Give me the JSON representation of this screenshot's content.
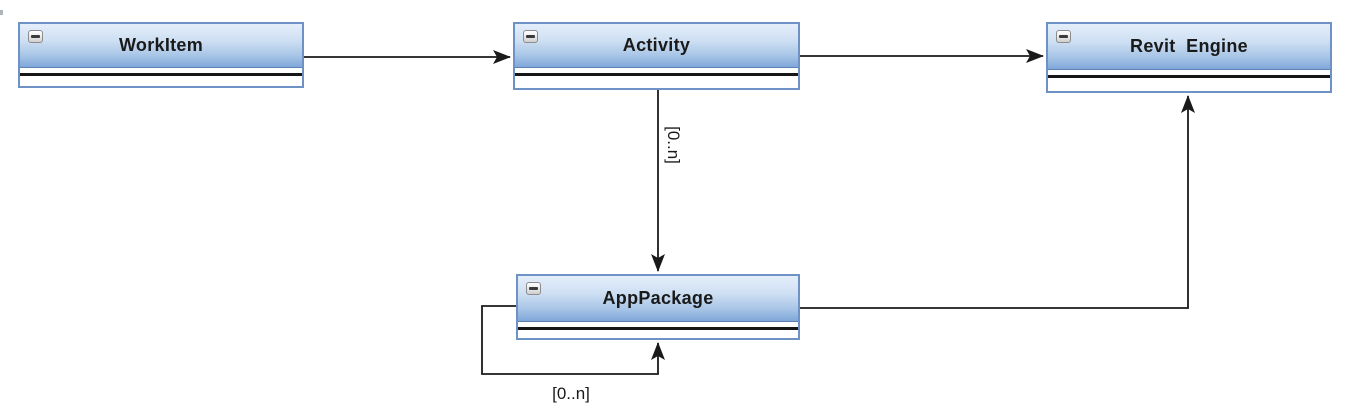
{
  "diagram": {
    "type": "uml-class-diagram",
    "background_color": "#ffffff",
    "connector_color": "#1a1a1a",
    "box": {
      "border_color": "#6f92c6",
      "header_gradient_top": "#e4eefa",
      "header_gradient_bottom": "#7fa7d9",
      "separator_color": "#161616",
      "title_color": "#1a1a1a",
      "collapse_icon": "minus-icon"
    },
    "classes": [
      {
        "title": "WorkItem"
      },
      {
        "title": "Activity"
      },
      {
        "title": "Revit  Engine"
      },
      {
        "title": "AppPackage"
      }
    ],
    "connectors": [
      {
        "from": "WorkItem",
        "to": "Activity",
        "label": ""
      },
      {
        "from": "Activity",
        "to": "Revit  Engine",
        "label": ""
      },
      {
        "from": "Activity",
        "to": "AppPackage",
        "label": "[0..n]"
      },
      {
        "from": "AppPackage",
        "to": "Revit  Engine",
        "label": ""
      },
      {
        "from": "AppPackage",
        "to": "AppPackage",
        "label": "[0..n]"
      }
    ]
  }
}
